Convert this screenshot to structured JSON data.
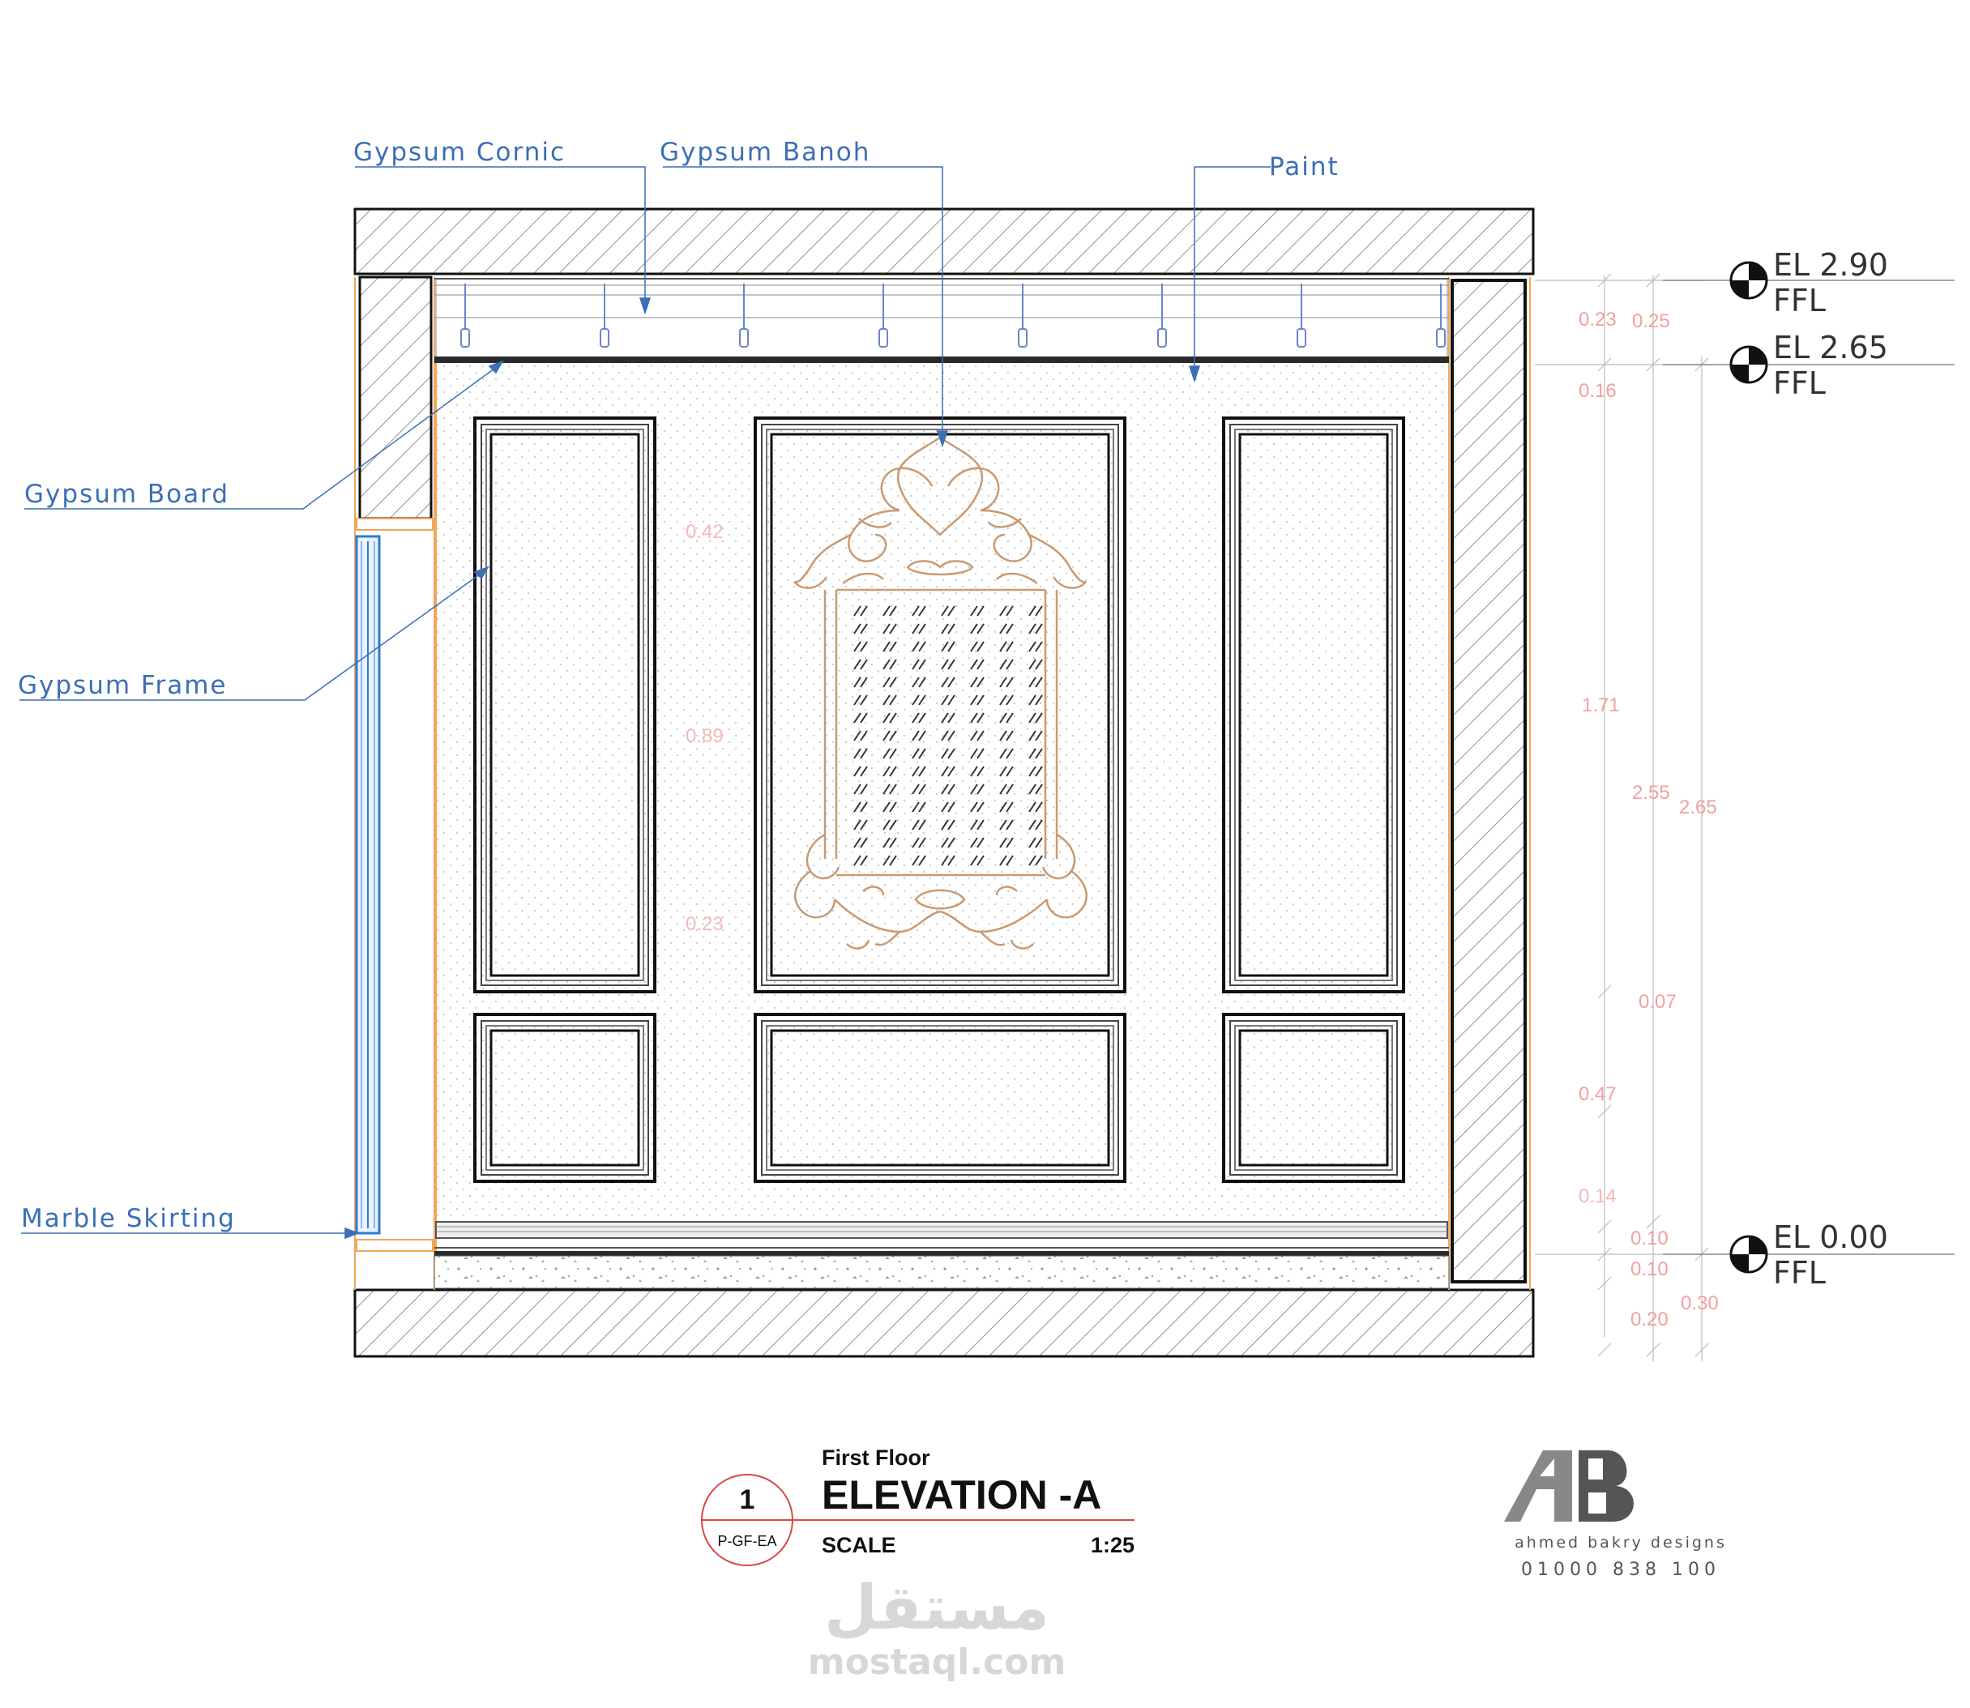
{
  "callouts": {
    "gypsum_cornic": "Gypsum Cornic",
    "gypsum_banoh": "Gypsum Banoh",
    "paint": "Paint",
    "gypsum_board": "Gypsum Board",
    "gypsum_frame": "Gypsum Frame",
    "marble_skirting": "Marble Skirting"
  },
  "levels": [
    {
      "el": "EL 2.90",
      "ref": "FFL"
    },
    {
      "el": "EL 2.65",
      "ref": "FFL"
    },
    {
      "el": "EL 0.00",
      "ref": "FFL"
    }
  ],
  "dimensions": {
    "col1": [
      "0.23",
      "0.16",
      "1.71",
      "0.47",
      "0.14",
      "0.10",
      "0.10"
    ],
    "col2": [
      "0.25",
      "2.55",
      "0.07",
      "0.20"
    ],
    "col3": [
      "2.65",
      "0.30"
    ],
    "panel": [
      "0.42",
      "0.89",
      "0.23"
    ]
  },
  "title_block": {
    "floor": "First Floor",
    "title": "ELEVATION -A",
    "scale_label": "SCALE",
    "scale_value": "1:25",
    "number": "1",
    "sheet_ref": "P-GF-EA"
  },
  "logo": {
    "mark": "AB",
    "company": "ahmed bakry designs",
    "phone": "01000 838 100"
  },
  "watermark": {
    "arabic": "مستقل",
    "site": "mostaql.com"
  },
  "colors": {
    "callout": "#3b6fb6",
    "dimension": "#f2a0a0",
    "ornament": "#c99a72",
    "outline": "#1a1a1a",
    "section": "#f2a65a"
  }
}
